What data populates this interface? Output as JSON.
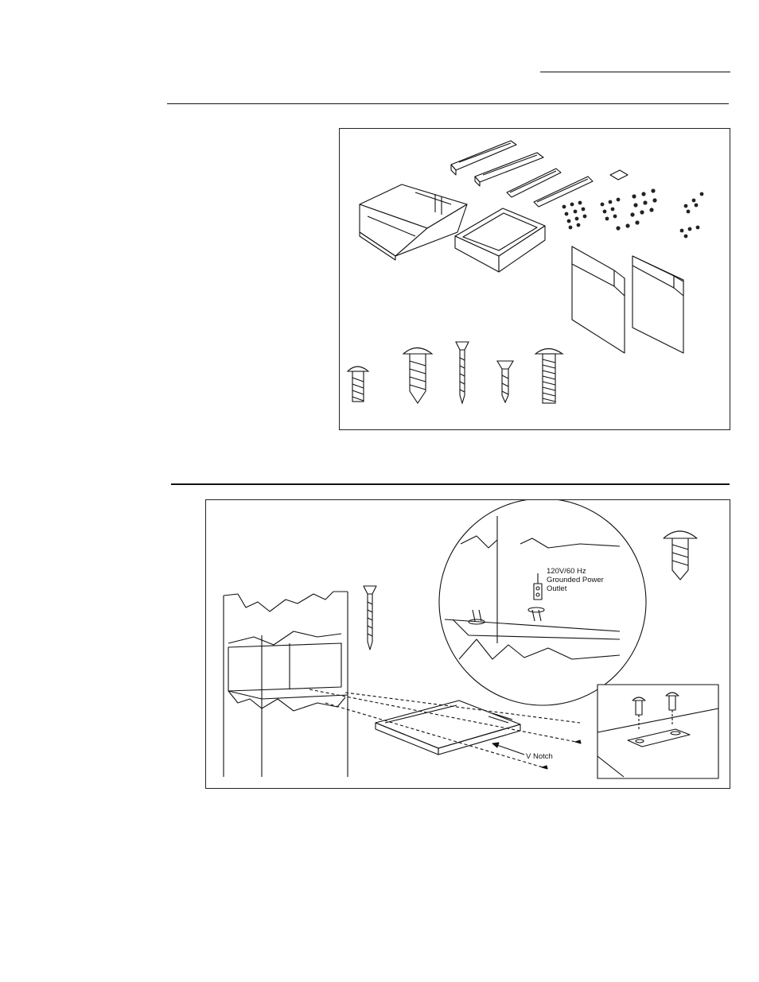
{
  "figure_parts": {
    "description_visible": false
  },
  "figure_install": {
    "outlet_label_line1": "120V/60 Hz",
    "outlet_label_line2": "Grounded Power",
    "outlet_label_line3": "Outlet",
    "notch_label": "V Notch"
  }
}
